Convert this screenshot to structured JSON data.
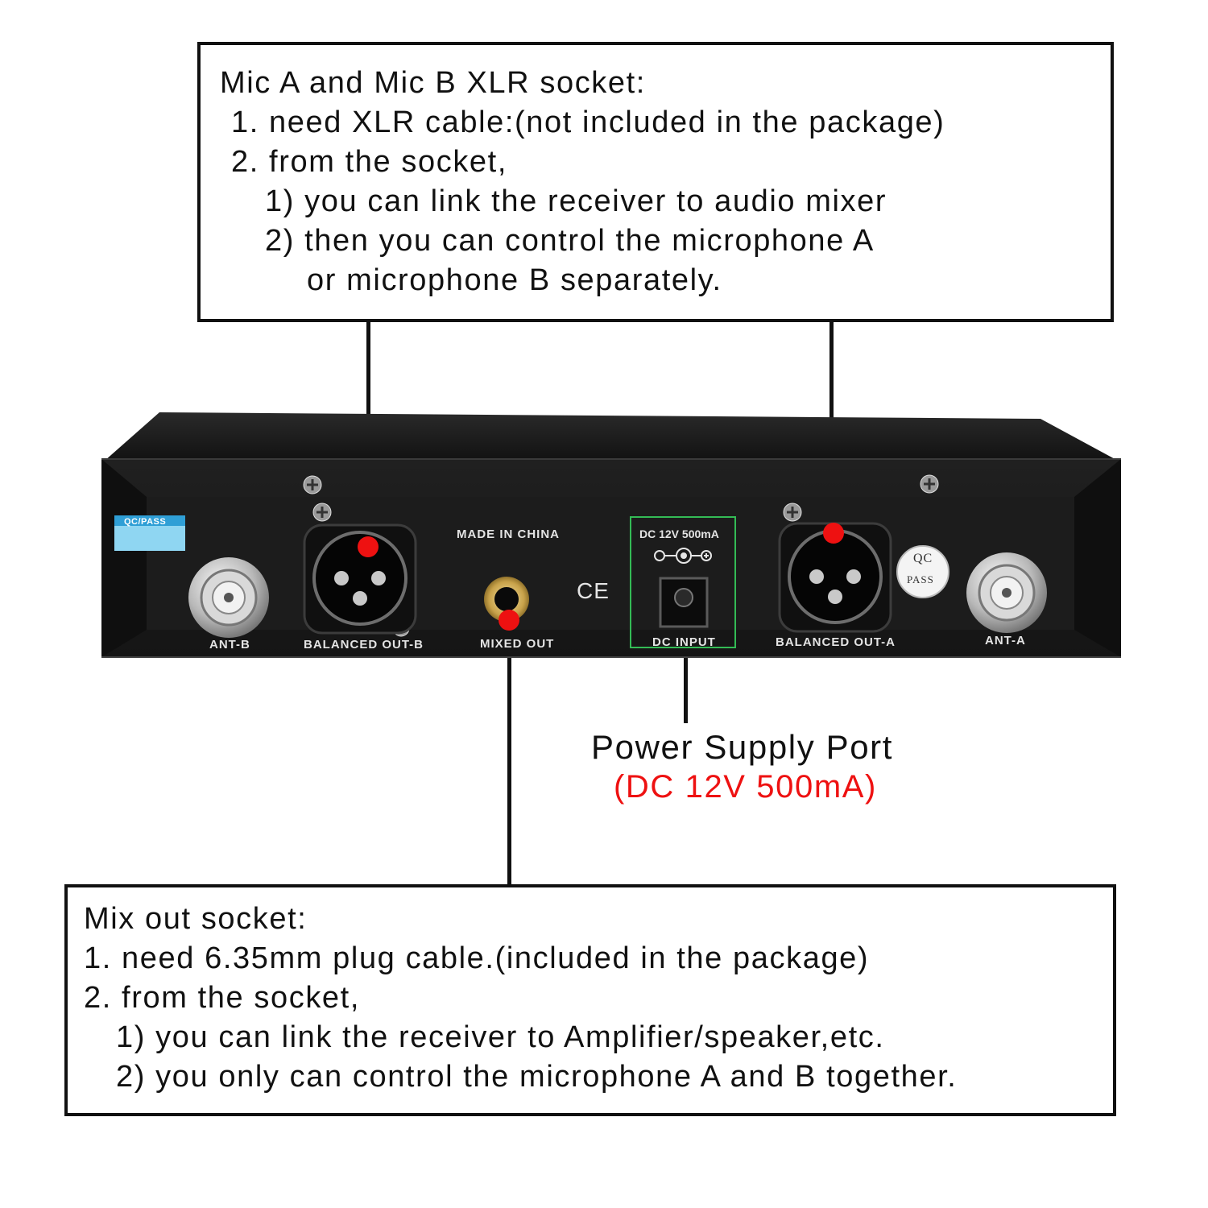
{
  "callouts": {
    "mic_xlr": {
      "heading": "Mic A and Mic B XLR socket:",
      "item1": "1. need XLR cable:(not included in the package)",
      "item2": "2. from the socket,",
      "sub1": "1) you can link the receiver to audio mixer",
      "sub2": "2) then you can control the microphone A",
      "sub2_cont": "or microphone B  separately."
    },
    "power": {
      "title": "Power Supply Port",
      "spec": "(DC 12V 500mA)"
    },
    "mix_out": {
      "heading": "Mix out socket:",
      "item1": "1. need 6.35mm plug cable.(included in the package)",
      "item2": "2. from the socket,",
      "sub1": "1) you can link the receiver to Amplifier/speaker,etc.",
      "sub2": "2) you only can control the microphone A and B together."
    }
  },
  "panel": {
    "qc_sticker": "QC/PASS",
    "made_in": "MADE  IN CHINA",
    "ce_mark": "CE",
    "dc_rating": "DC 12V 500mA",
    "qc_seal_top": "QC",
    "qc_seal_bottom": "PASS",
    "labels": {
      "ant_b": "ANT-B",
      "balanced_out_b": "BALANCED OUT-B",
      "mixed_out": "MIXED OUT",
      "dc_input": "DC INPUT",
      "balanced_out_a": "BALANCED OUT-A",
      "ant_a": "ANT-A"
    }
  },
  "colors": {
    "highlight_dot": "#ee1111",
    "dc_highlight_box": "#33bb55",
    "spec_text": "#ee1111",
    "device_body": "#1b1b1b"
  }
}
